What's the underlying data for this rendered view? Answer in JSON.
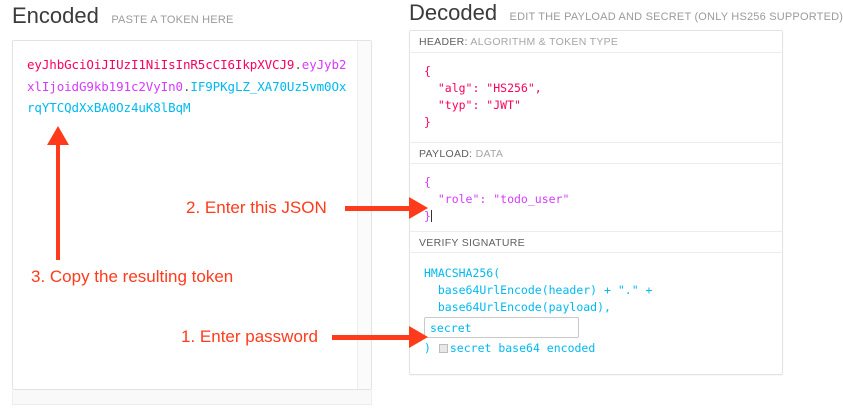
{
  "encoded": {
    "title": "Encoded",
    "subtitle": "PASTE A TOKEN HERE",
    "token": {
      "header": "eyJhbGciOiJIUzI1NiIsInR5cCI6IkpXVCJ9",
      "dot1": ".",
      "payload": "eyJyb2xlIjoidG9kb191c2VyIn0",
      "dot2": ".",
      "signature": "IF9PKgLZ_XA70Uz5vm0OxrqYTCQdXxBA0Oz4uK8lBqM"
    },
    "colors": {
      "header": "#fb015b",
      "payload": "#d63aff",
      "signature": "#00b9f1"
    }
  },
  "decoded": {
    "title": "Decoded",
    "subtitle": "EDIT THE PAYLOAD AND SECRET (ONLY HS256 SUPPORTED)",
    "sections": {
      "header": {
        "label_key": "HEADER:",
        "label_rest": "ALGORITHM & TOKEN TYPE",
        "body": "{\n  \"alg\": \"HS256\",\n  \"typ\": \"JWT\"\n}"
      },
      "payload": {
        "label_key": "PAYLOAD:",
        "label_rest": "DATA",
        "body": "{\n  \"role\": \"todo_user\"\n}"
      },
      "signature": {
        "label_key": "VERIFY SIGNATURE",
        "label_rest": "",
        "line1": "HMACSHA256(",
        "line2": "  base64UrlEncode(header) + \".\" +",
        "line3": "  base64UrlEncode(payload),",
        "secret_value": "secret",
        "closing_paren": ")",
        "base64_label": "secret base64 encoded",
        "base64_checked": false
      }
    }
  },
  "annotations": {
    "color": "#ff3b1c",
    "items": [
      {
        "id": "step-1",
        "text": "1. Enter password"
      },
      {
        "id": "step-2",
        "text": "2. Enter this JSON"
      },
      {
        "id": "step-3",
        "text": "3. Copy the resulting token"
      }
    ]
  }
}
